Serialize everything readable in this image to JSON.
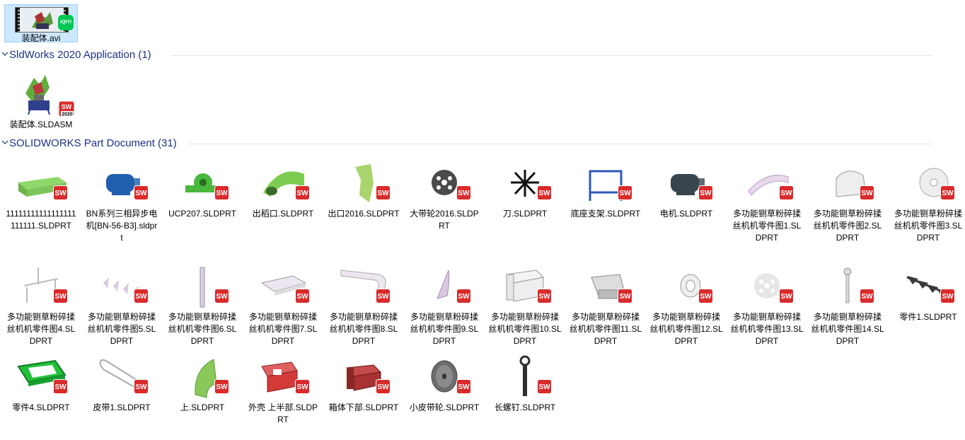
{
  "top_item": {
    "label": "装配体.avi",
    "badge_text": "iQIYI",
    "icon": "video-file-icon"
  },
  "groups": [
    {
      "title": "SldWorks 2020 Application (1)",
      "items": [
        {
          "label": "装配体.SLDASM",
          "icon": "assembly-icon",
          "badge_text": "2020"
        }
      ]
    },
    {
      "title": "SOLIDWORKS Part Document (31)",
      "items": [
        {
          "label": "11111111111111111111111.SLDPRT",
          "icon": "hopper-part-icon",
          "color": "#8fd86b"
        },
        {
          "label": "BN系列三相异步电机[BN-56-B3].sldprt",
          "icon": "motor-part-icon",
          "color": "#1f5fae"
        },
        {
          "label": "UCP207.SLDPRT",
          "icon": "bearing-block-icon",
          "color": "#49b83c"
        },
        {
          "label": "出稻口.SLDPRT",
          "icon": "outlet-cover-icon",
          "color": "#7ccc4f"
        },
        {
          "label": "出口2016.SLDPRT",
          "icon": "chute-part-icon",
          "color": "#a9d46e"
        },
        {
          "label": "大带轮2016.SLDPRT",
          "icon": "pulley-part-icon",
          "color": "#4a4a4a"
        },
        {
          "label": "刀.SLDPRT",
          "icon": "blade-part-icon",
          "color": "#111111"
        },
        {
          "label": "底座支架.SLDPRT",
          "icon": "frame-part-icon",
          "color": "#2f58b8"
        },
        {
          "label": "电机.SLDPRT",
          "icon": "motor-part-icon",
          "color": "#38454f"
        },
        {
          "label": "多功能铡草粉碎揉丝机机零件图1.SLDPRT",
          "icon": "curved-plate-icon",
          "color": "#e9d8ea"
        },
        {
          "label": "多功能铡草粉碎揉丝机机零件图2.SLDPRT",
          "icon": "cover-part-icon",
          "color": "#eeeeee"
        },
        {
          "label": "多功能铡草粉碎揉丝机机零件图3.SLDPRT",
          "icon": "disc-part-icon",
          "color": "#eeeeee"
        },
        {
          "label": "多功能铡草粉碎揉丝机机零件图4.SLDPRT",
          "icon": "stand-part-icon",
          "color": "#e8e4ee"
        },
        {
          "label": "多功能铡草粉碎揉丝机机零件图5.SLDPRT",
          "icon": "blades-row-icon",
          "color": "#d8c8e0"
        },
        {
          "label": "多功能铡草粉碎揉丝机机零件图6.SLDPRT",
          "icon": "shaft-part-icon",
          "color": "#d8d0e0"
        },
        {
          "label": "多功能铡草粉碎揉丝机机零件图7.SLDPRT",
          "icon": "tray-part-icon",
          "color": "#ece6f0"
        },
        {
          "label": "多功能铡草粉碎揉丝机机零件图8.SLDPRT",
          "icon": "bracket-part-icon",
          "color": "#ece6f0"
        },
        {
          "label": "多功能铡草粉碎揉丝机机零件图9.SLDPRT",
          "icon": "blade-single-icon",
          "color": "#d8c8e0"
        },
        {
          "label": "多功能铡草粉碎揉丝机机零件图10.SLDPRT",
          "icon": "box-part-icon",
          "color": "#eeeeee"
        },
        {
          "label": "多功能铡草粉碎揉丝机机零件图11.SLDPRT",
          "icon": "housing-part-icon",
          "color": "#dddddd"
        },
        {
          "label": "多功能铡草粉碎揉丝机机零件图12.SLDPRT",
          "icon": "wheel-part-icon",
          "color": "#eeeeee"
        },
        {
          "label": "多功能铡草粉碎揉丝机机零件图13.SLDPRT",
          "icon": "pulley-part-icon",
          "color": "#e6e6e6"
        },
        {
          "label": "多功能铡草粉碎揉丝机机零件图14.SLDPRT",
          "icon": "pin-part-icon",
          "color": "#dddddd"
        },
        {
          "label": "零件1.SLDPRT",
          "icon": "auger-part-icon",
          "color": "#3a3a3a"
        },
        {
          "label": "零件4.SLDPRT",
          "icon": "green-frame-icon",
          "color": "#22c13a"
        },
        {
          "label": "皮带1.SLDPRT",
          "icon": "belt-part-icon",
          "color": "#cccccc"
        },
        {
          "label": "上.SLDPRT",
          "icon": "curved-panel-icon",
          "color": "#8ac85a"
        },
        {
          "label": "外壳 上半部.SLDPRT",
          "icon": "shell-part-icon",
          "color": "#d43a3a"
        },
        {
          "label": "箱体下部.SLDPRT",
          "icon": "lower-box-icon",
          "color": "#a83232"
        },
        {
          "label": "小皮带轮.SLDPRT",
          "icon": "small-pulley-icon",
          "color": "#6d6d6d"
        },
        {
          "label": "长螺钉.SLDPRT",
          "icon": "bolt-part-icon",
          "color": "#2e2e2e"
        }
      ]
    }
  ]
}
